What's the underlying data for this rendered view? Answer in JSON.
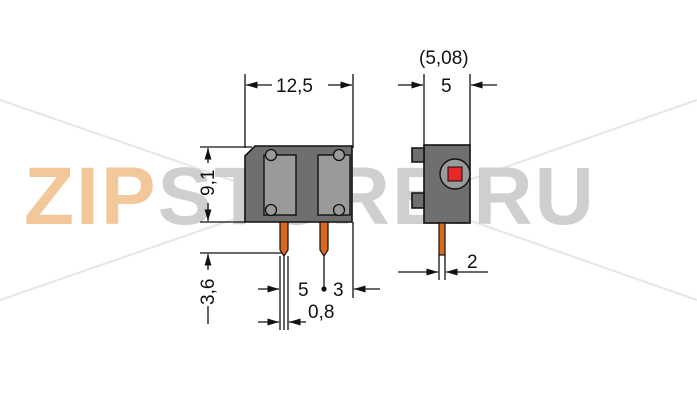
{
  "watermark": {
    "text": "ZIPSTORE.RU",
    "fill_zip": "#f2c79a",
    "fill_rest": "#cfcfcf"
  },
  "dimensions": {
    "width_front": "12,5",
    "height_body": "9,1",
    "pin_length": "3,6",
    "pitch_label_left": "5",
    "pitch_label_right": "3",
    "pin_width": "0,8",
    "side_width_alt": "(5,08)",
    "side_width": "5",
    "side_offset": "2"
  },
  "colors": {
    "body": "#6f6f6f",
    "pin": "#d8691f",
    "button": "#e8262a",
    "lines": "#111111"
  }
}
